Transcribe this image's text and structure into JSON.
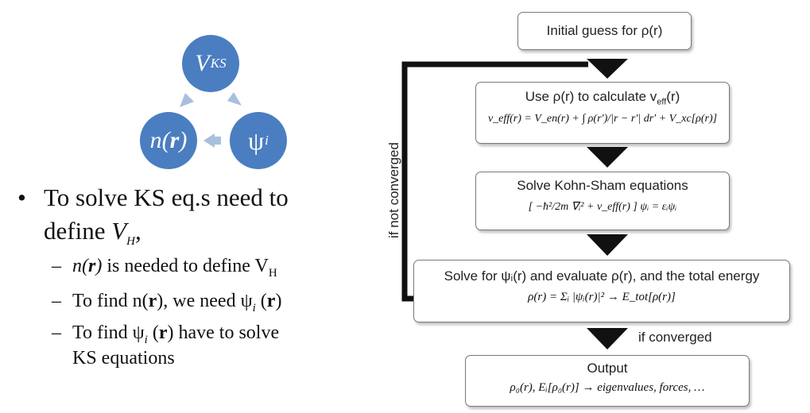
{
  "cycle": {
    "nodes": [
      {
        "id": "vks",
        "main": "V",
        "sub": "KS"
      },
      {
        "id": "nr",
        "main": "n(",
        "bold": "r",
        "end": ")"
      },
      {
        "id": "psi",
        "main": "ψ",
        "sub": "i"
      }
    ],
    "colors": {
      "node": "#4a7ec0",
      "arrow": "#a9bfde"
    }
  },
  "bullet": {
    "marker": "•",
    "line1": "To solve KS eq.s  need to",
    "line2_prefix": "define ",
    "line2_var": "V",
    "line2_sub": "H",
    "line2_suffix": ","
  },
  "subitems": [
    {
      "dash": "–",
      "a": "n(",
      "b": "r",
      "c": ")",
      "d": " is needed to define V",
      "e": "H"
    },
    {
      "dash": "–",
      "a": "To find n(",
      "b": "r",
      "c": "), we need ψ",
      "d": "i",
      "e": " (",
      "f": "r",
      "g": ")"
    },
    {
      "dash": "–",
      "a": "To find ψ",
      "b": "i",
      "c": " (",
      "d": "r",
      "e": ")  have to solve",
      "line2": "KS equations"
    }
  ],
  "flow": {
    "box1": "Initial guess for ρ(r)",
    "box2_head": "Use ρ(r) to calculate v",
    "box2_head_sub": "eff",
    "box2_head_end": "(r)",
    "box2_eq": "v_eff(r) = V_en(r) + ∫ ρ(r′)/|r − r′| dr′ + V_xc[ρ(r)]",
    "box3_head": "Solve Kohn-Sham equations",
    "box3_eq": "[ −ħ²/2m ∇ᵢ² + v_eff(r) ] ψᵢ = εᵢψᵢ",
    "box4_head": "Solve for ψᵢ(r) and evaluate ρ(r), and the total energy",
    "box4_eq": "ρ(r) = Σᵢ |ψᵢ(r)|²  → E_tot[ρ(r)]",
    "box5_head": "Output",
    "box5_eq": "ρ₀(r), Eᵢ[ρ₀(r)]  → eigenvalues, forces, …",
    "loop_label": "if not converged",
    "converged_label": "if converged"
  }
}
